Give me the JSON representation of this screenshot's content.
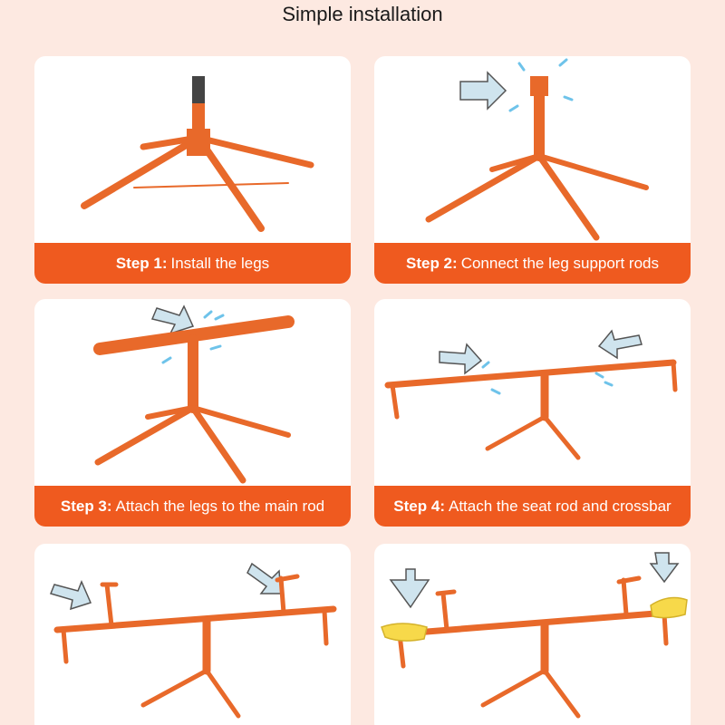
{
  "title": "Simple installation",
  "colors": {
    "background": "#fde9e1",
    "card": "#ffffff",
    "caption": "#ef5a1f",
    "frame": "#e8692a",
    "seat": "#f7d94a",
    "arrow": "#cfe4ee",
    "motion": "#6ec3ea"
  },
  "steps": [
    {
      "label": "Step 1:",
      "text": "Install the legs"
    },
    {
      "label": "Step 2:",
      "text": "Connect the leg support rods"
    },
    {
      "label": "Step 3:",
      "text": "Attach the legs to the main rod"
    },
    {
      "label": "Step 4:",
      "text": "Attach the seat rod and crossbar"
    }
  ]
}
